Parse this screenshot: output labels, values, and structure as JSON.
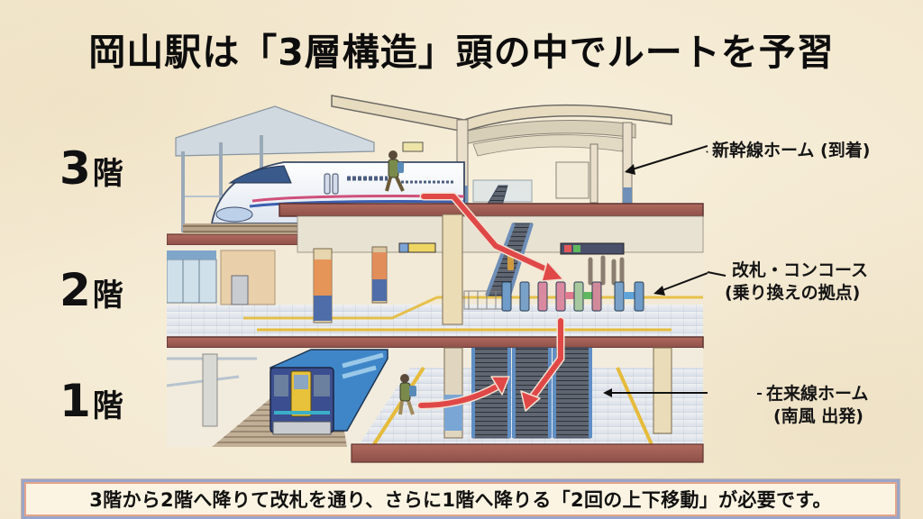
{
  "title": "岡山駅は「3層構造」頭の中でルートを予習",
  "floors": [
    {
      "level": "3",
      "suffix": "階"
    },
    {
      "level": "2",
      "suffix": "階"
    },
    {
      "level": "1",
      "suffix": "階"
    }
  ],
  "callouts": {
    "shinkansen": {
      "main": "新幹線ホーム (到着)"
    },
    "concourse": {
      "main": "改札・コンコース",
      "sub": "(乗り換えの拠点)"
    },
    "zairai": {
      "main": "在来線ホーム",
      "sub": "(南風 出発)"
    }
  },
  "illustration": {
    "description": "Cross-section of station: Shinkansen platform on 3F, ticket gates and concourse on 2F, conventional line platform on 1F with Nanpu train; red arrows show route 3F → 2F gates → 1F",
    "colors": {
      "route_arrow": "#e04848",
      "floor_slab": "#9c5a52",
      "shinkansen_stripe_blue": "#3b5fb0",
      "shinkansen_stripe_pink": "#d0507a",
      "local_train_blue": "#2f6fb5",
      "local_train_door": "#e8c23a",
      "floor_tile": "#e6e9ee",
      "tactile_paving": "#e6bb3a"
    }
  },
  "caption": "3階から2階へ降りて改札を通り、さらに1階へ降りる「2回の上下移動」が必要です。"
}
